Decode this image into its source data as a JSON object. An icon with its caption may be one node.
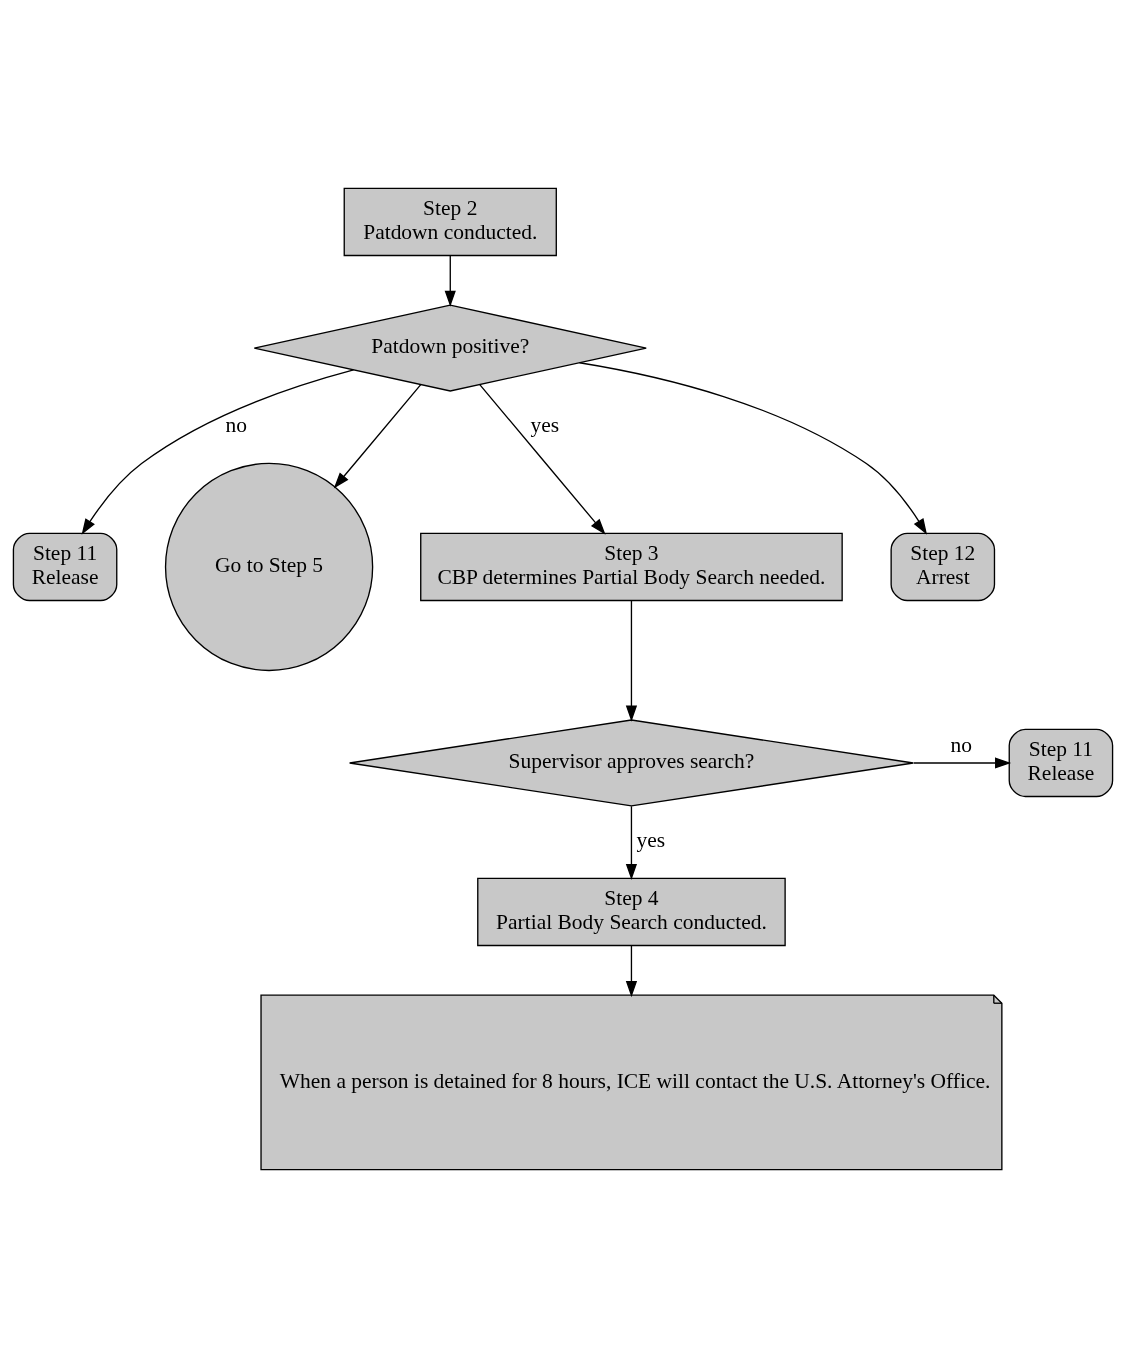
{
  "diagram": {
    "nodes": [
      {
        "text": [
          "Step 2",
          "Patdown conducted."
        ]
      },
      {
        "text": [
          "Patdown positive?"
        ]
      },
      {
        "text": [
          "Step 11",
          "Release"
        ]
      },
      {
        "text": [
          "Go to Step 5"
        ]
      },
      {
        "text": [
          "Step 3",
          "CBP determines Partial Body Search needed."
        ]
      },
      {
        "text": [
          "Step 12",
          "Arrest"
        ]
      },
      {
        "text": [
          "Supervisor approves search?"
        ]
      },
      {
        "text": [
          "Step 11",
          "Release"
        ]
      },
      {
        "text": [
          "Step 4",
          "Partial Body Search conducted."
        ]
      },
      {
        "text": [
          "When a person is detained for 8 hours, ICE will contact the U.S. Attorney's Office."
        ]
      }
    ],
    "edges": [
      {
        "from": 0,
        "to": 1,
        "arrow": "to"
      },
      {
        "from": 1,
        "to": 2,
        "arrow": "to",
        "label": "no"
      },
      {
        "from": 1,
        "to": 3,
        "arrow": "to"
      },
      {
        "from": 1,
        "to": 4,
        "arrow": "to",
        "label": "yes"
      },
      {
        "from": 1,
        "to": 5,
        "arrow": "to"
      },
      {
        "from": 4,
        "to": 6,
        "arrow": "to"
      },
      {
        "from": 6,
        "to": 7,
        "arrow": "to",
        "label": "no"
      },
      {
        "from": 6,
        "to": 8,
        "arrow": "to",
        "label": "yes"
      },
      {
        "from": 8,
        "to": 9,
        "arrow": "to"
      }
    ]
  }
}
